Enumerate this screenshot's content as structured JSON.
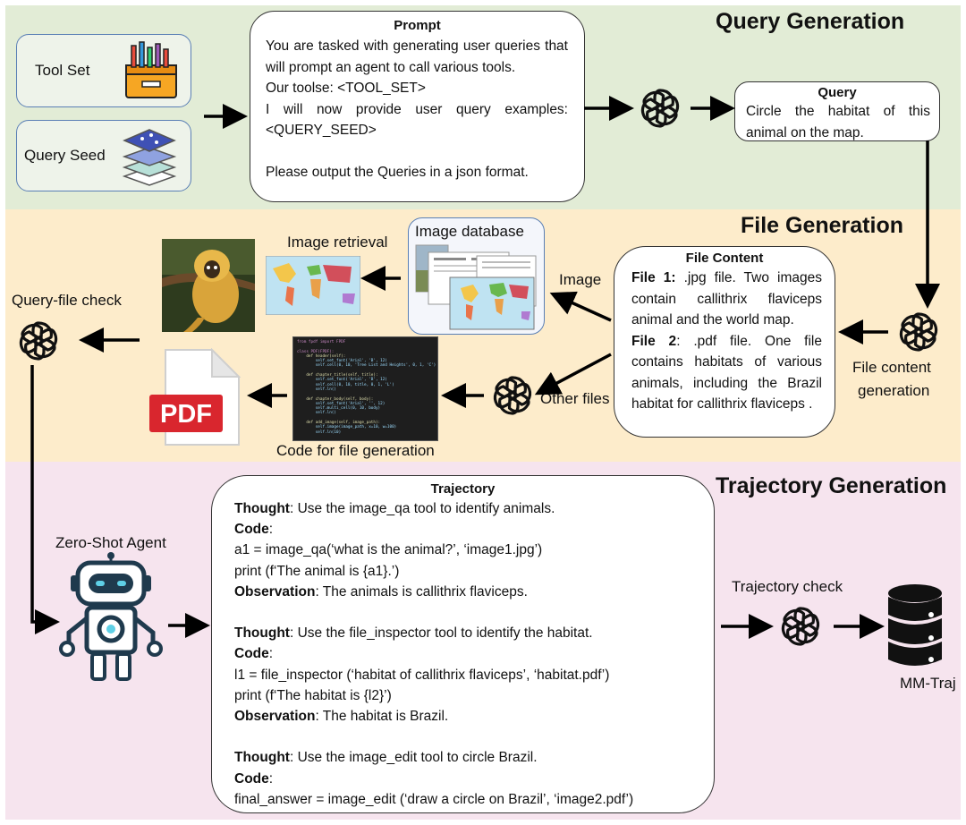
{
  "sections": {
    "query_generation": "Query Generation",
    "file_generation": "File Generation",
    "trajectory_generation": "Trajectory Generation"
  },
  "inputs": {
    "tool_set": "Tool Set",
    "query_seed": "Query Seed"
  },
  "prompt": {
    "title": "Prompt",
    "lines": [
      "You are tasked with generating user queries that will prompt an agent to call various tools.",
      "Our toolse: <TOOL_SET>",
      "I will now provide user query examples: <QUERY_SEED>",
      "",
      "Please output the Queries in a json format."
    ]
  },
  "query": {
    "title": "Query",
    "text": "Circle the habitat of this animal on the map."
  },
  "file_content": {
    "title": "File Content",
    "file1_label": "File 1:",
    "file1_text": " .jpg file. Two images contain callithrix flaviceps animal and the world map.",
    "file2_label": "File 2",
    "file2_text": ": .pdf file. One file contains habitats of various animals, including the Brazil habitat for callithrix flaviceps ."
  },
  "labels": {
    "file_content_generation_1": "File content",
    "file_content_generation_2": "generation",
    "image_database": "Image database",
    "image_retrieval": "Image retrieval",
    "image_arrow": "Image",
    "other_files": "Other files",
    "query_file_check": "Query-file check",
    "code_for_file_generation": "Code for file generation",
    "zero_shot_agent": "Zero-Shot Agent",
    "trajectory_check": "Trajectory check",
    "mm_traj": "MM-Traj",
    "pdf": "PDF"
  },
  "code_snippet": {
    "lines": [
      "from fpdf import FPDF",
      "",
      "class PDF(FPDF):",
      "    def header(self):",
      "        self.set_font('Arial', 'B', 12)",
      "        self.cell(0, 10, 'Tree List and Heights', 0, 1, 'C')",
      "",
      "    def chapter_title(self, title):",
      "        self.set_font('Arial', 'B', 12)",
      "        self.cell(0, 10, title, 0, 1, 'L')",
      "        self.ln()",
      "",
      "    def chapter_body(self, body):",
      "        self.set_font('Arial', '', 12)",
      "        self.multi_cell(0, 10, body)",
      "        self.ln()",
      "",
      "    def add_image(self, image_path):",
      "        self.image(image_path, x=10, w=100)",
      "        self.ln(10)"
    ]
  },
  "trajectory": {
    "title": "Trajectory",
    "steps": [
      {
        "thought_label": "Thought",
        "thought": ": Use the image_qa tool to identify animals.",
        "code_label": "Code",
        "code_colon": ":",
        "code_lines": [
          "a1 = image_qa(‘what is the animal?’, ‘image1.jpg’)",
          "print (f‘The animal is {a1}.’)"
        ],
        "observation_label": "Observation",
        "observation": ": The animals is callithrix flaviceps."
      },
      {
        "thought_label": "Thought",
        "thought": ": Use the file_inspector tool to identify the habitat.",
        "code_label": "Code",
        "code_colon": ":",
        "code_lines": [
          "l1 = file_inspector (‘habitat of callithrix flaviceps’, ‘habitat.pdf’)",
          "print (f‘The habitat is {l2}’)"
        ],
        "observation_label": "Observation",
        "observation": ": The habitat is Brazil."
      },
      {
        "thought_label": "Thought",
        "thought": ": Use the image_edit tool to circle Brazil.",
        "code_label": "Code",
        "code_colon": ":",
        "code_lines": [
          "final_answer = image_edit (‘draw a circle on Brazil’, ‘image2.pdf’)"
        ]
      }
    ]
  },
  "colors": {
    "query_band": "#e2ecd6",
    "file_band": "#fdeccb",
    "trajectory_band": "#f6e4ee",
    "pdf_red": "#d9262e",
    "code_bg": "#1e1e1e"
  },
  "icons": [
    "tool-set-icon",
    "query-seed-icon",
    "openai-logo-icon",
    "world-map-icon",
    "monkey-photo",
    "pdf-file-icon",
    "code-screenshot",
    "robot-agent-icon",
    "database-icon"
  ]
}
